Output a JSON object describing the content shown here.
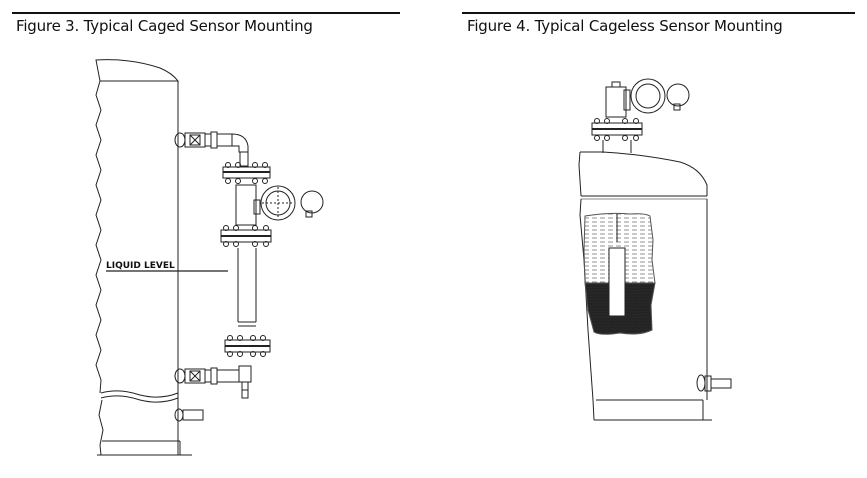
{
  "figures": [
    {
      "caption": "Figure 3. Typical Caged Sensor Mounting",
      "labels": {
        "liquid_level": "LIQUID LEVEL"
      }
    },
    {
      "caption": "Figure 4. Typical Cageless Sensor Mounting"
    }
  ]
}
